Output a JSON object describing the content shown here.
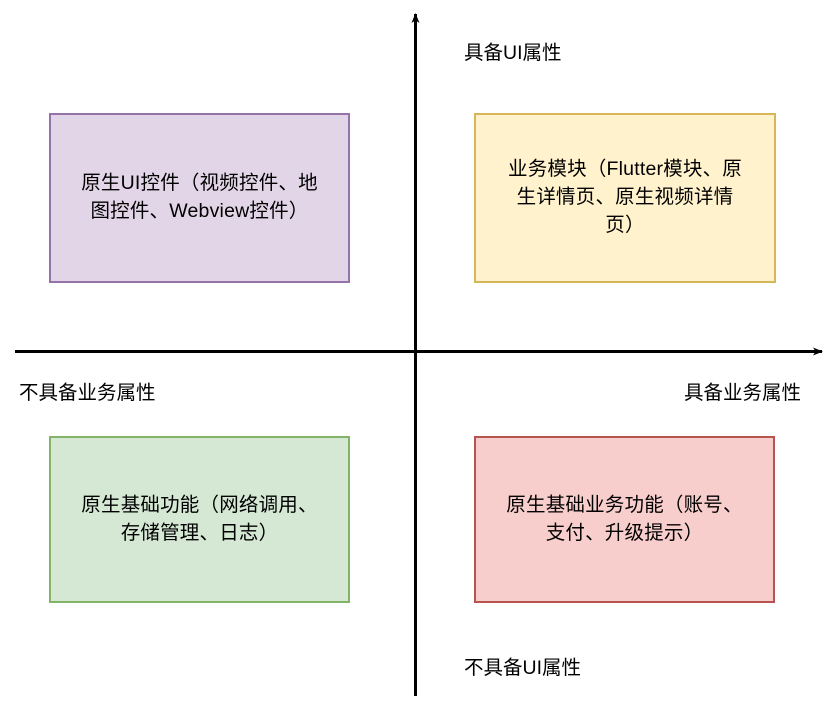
{
  "diagram": {
    "type": "2x2-quadrant-matrix",
    "background_color": "#ffffff",
    "axes": {
      "color": "#000000",
      "vertical": {
        "name": "ui-attribute-axis",
        "top_label": "具备UI属性",
        "bottom_label": "不具备UI属性"
      },
      "horizontal": {
        "name": "business-attribute-axis",
        "left_label": "不具备业务属性",
        "right_label": "具备业务属性"
      }
    },
    "axis_labels": {
      "has_ui": "具备UI属性",
      "no_ui": "不具备UI属性",
      "no_business": "不具备业务属性",
      "has_business": "具备业务属性"
    },
    "quadrants": [
      {
        "id": "ui-widgets",
        "position": "top-left",
        "text": "原生UI控件（视频控件、地\n图控件、Webview控件）",
        "fill": "#e1d5e7",
        "stroke": "#9673a6"
      },
      {
        "id": "business-modules",
        "position": "top-right",
        "text": "业务模块（Flutter模块、原\n生详情页、原生视频详情\n页）",
        "fill": "#fff2cc",
        "stroke": "#d6b656"
      },
      {
        "id": "base-functions",
        "position": "bottom-left",
        "text": "原生基础功能（网络调用、\n存储管理、日志）",
        "fill": "#d5e8d4",
        "stroke": "#82b366"
      },
      {
        "id": "base-business",
        "position": "bottom-right",
        "text": "原生基础业务功能（账号、\n支付、升级提示）",
        "fill": "#f8cecc",
        "stroke": "#b85450"
      }
    ]
  }
}
